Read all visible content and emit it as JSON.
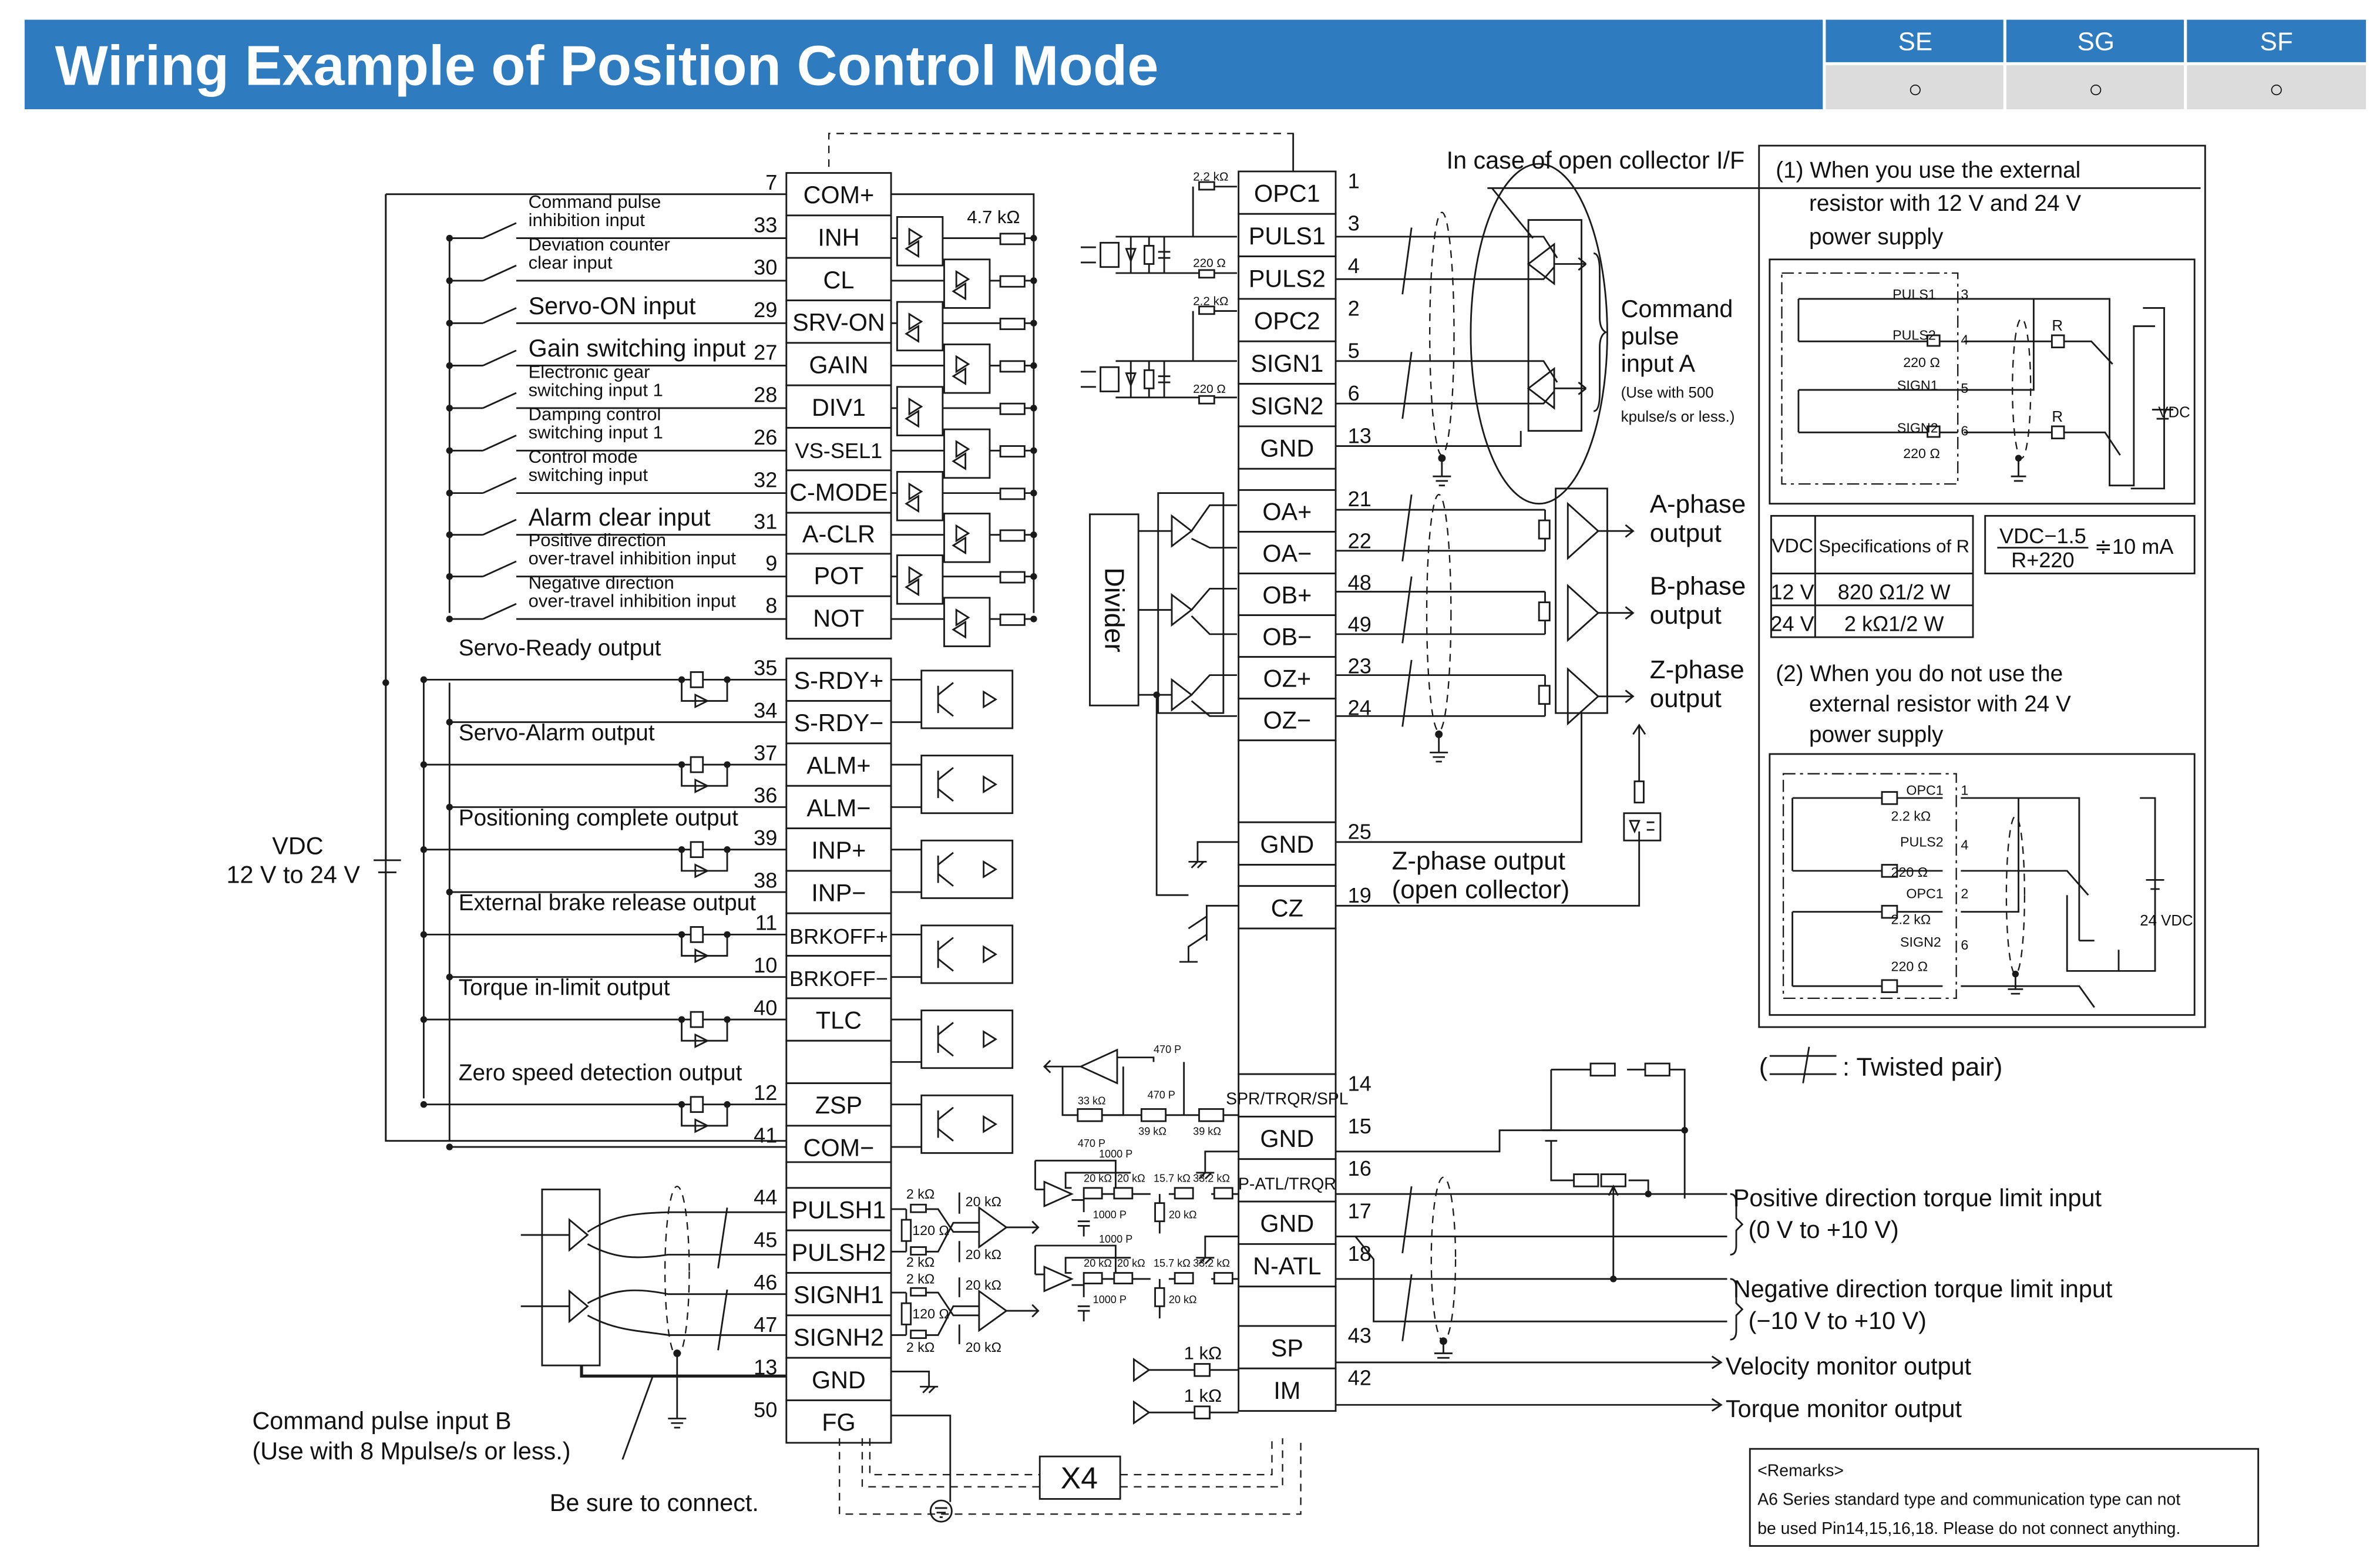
{
  "header": {
    "title": "Wiring Example of Position Control Mode",
    "series": [
      {
        "name": "SE",
        "mark": "○"
      },
      {
        "name": "SG",
        "mark": "○"
      },
      {
        "name": "SF",
        "mark": "○"
      }
    ],
    "accent_color": "#2f7bbf",
    "mark_row_color": "#dcdcdc"
  },
  "left_connector": {
    "pins": [
      {
        "pin": "7",
        "name": "COM+"
      },
      {
        "pin": "33",
        "name": "INH",
        "label": [
          "Command pulse",
          "inhibition input"
        ]
      },
      {
        "pin": "30",
        "name": "CL",
        "label": [
          "Deviation counter",
          "clear input"
        ]
      },
      {
        "pin": "29",
        "name": "SRV-ON",
        "label": [
          "Servo-ON input"
        ]
      },
      {
        "pin": "27",
        "name": "GAIN",
        "label": [
          "Gain switching input"
        ]
      },
      {
        "pin": "28",
        "name": "DIV1",
        "label": [
          "Electronic gear",
          "switching input 1"
        ]
      },
      {
        "pin": "26",
        "name": "VS-SEL1",
        "label": [
          "Damping control",
          "switching input 1"
        ]
      },
      {
        "pin": "32",
        "name": "C-MODE",
        "label": [
          "Control mode",
          "switching input"
        ]
      },
      {
        "pin": "31",
        "name": "A-CLR",
        "label": [
          "Alarm clear input"
        ]
      },
      {
        "pin": "9",
        "name": "POT",
        "label": [
          "Positive direction",
          "over-travel inhibition input"
        ]
      },
      {
        "pin": "8",
        "name": "NOT",
        "label": [
          "Negative direction",
          "over-travel inhibition input"
        ]
      }
    ],
    "input_resistor": "4.7 kΩ",
    "outputs": [
      {
        "label": "Servo-Ready output",
        "pins": [
          {
            "pin": "35",
            "name": "S-RDY+"
          },
          {
            "pin": "34",
            "name": "S-RDY−"
          }
        ]
      },
      {
        "label": "Servo-Alarm output",
        "pins": [
          {
            "pin": "37",
            "name": "ALM+"
          },
          {
            "pin": "36",
            "name": "ALM−"
          }
        ]
      },
      {
        "label": "Positioning complete output",
        "pins": [
          {
            "pin": "39",
            "name": "INP+"
          },
          {
            "pin": "38",
            "name": "INP−"
          }
        ]
      },
      {
        "label": "External brake release output",
        "pins": [
          {
            "pin": "11",
            "name": "BRKOFF+"
          },
          {
            "pin": "10",
            "name": "BRKOFF−"
          }
        ]
      },
      {
        "label": "Torque in-limit output",
        "pins": [
          {
            "pin": "40",
            "name": "TLC"
          }
        ]
      },
      {
        "label": "Zero speed detection output",
        "pins": [
          {
            "pin": "12",
            "name": "ZSP"
          },
          {
            "pin": "41",
            "name": "COM−"
          }
        ]
      }
    ],
    "vdc_label": "VDC",
    "vdc_range": "12 V to 24 V",
    "pulse_b": [
      {
        "pin": "44",
        "name": "PULSH1"
      },
      {
        "pin": "45",
        "name": "PULSH2"
      },
      {
        "pin": "46",
        "name": "SIGNH1"
      },
      {
        "pin": "47",
        "name": "SIGNH2"
      },
      {
        "pin": "13",
        "name": "GND"
      },
      {
        "pin": "50",
        "name": "FG"
      }
    ],
    "pulse_b_label": [
      "Command pulse input B",
      "(Use with 8 Mpulse/s or less.)"
    ],
    "be_sure": "Be sure to connect.",
    "pulse_b_parts": {
      "series_r": "2 kΩ",
      "term_r": "120 Ω",
      "bias_r": "20 kΩ"
    }
  },
  "right_connector": {
    "pulse_a": [
      {
        "pin": "1",
        "name": "OPC1"
      },
      {
        "pin": "3",
        "name": "PULS1"
      },
      {
        "pin": "4",
        "name": "PULS2"
      },
      {
        "pin": "2",
        "name": "OPC2"
      },
      {
        "pin": "5",
        "name": "SIGN1"
      },
      {
        "pin": "6",
        "name": "SIGN2"
      },
      {
        "pin": "13",
        "name": "GND"
      }
    ],
    "pulse_a_parts": {
      "opc_r": "2.2 kΩ",
      "series_r": "220 Ω"
    },
    "open_collector_note": "In case of open collector I/F",
    "pulse_a_label": [
      "Command",
      "pulse",
      "input A"
    ],
    "pulse_a_note": [
      "(Use with 500",
      "kpulse/s or less.)"
    ],
    "encoder": [
      {
        "pin": "21",
        "name": "OA+"
      },
      {
        "pin": "22",
        "name": "OA−"
      },
      {
        "pin": "48",
        "name": "OB+"
      },
      {
        "pin": "49",
        "name": "OB−"
      },
      {
        "pin": "23",
        "name": "OZ+"
      },
      {
        "pin": "24",
        "name": "OZ−"
      }
    ],
    "divider": "Divider",
    "phase_outputs": [
      [
        "A-phase",
        "output"
      ],
      [
        "B-phase",
        "output"
      ],
      [
        "Z-phase",
        "output"
      ]
    ],
    "gnd25": {
      "pin": "25",
      "name": "GND"
    },
    "cz": {
      "pin": "19",
      "name": "CZ"
    },
    "z_open_collector": [
      "Z-phase output",
      "(open collector)"
    ],
    "analog": [
      {
        "pin": "14",
        "name": "SPR/TRQR/SPL"
      },
      {
        "pin": "15",
        "name": "GND"
      },
      {
        "pin": "16",
        "name": "P-ATL/TRQR"
      },
      {
        "pin": "17",
        "name": "GND"
      },
      {
        "pin": "18",
        "name": "N-ATL"
      }
    ],
    "analog_parts": {
      "spr": [
        "470 P",
        "470 P",
        "33 kΩ",
        "470 P",
        "39 kΩ",
        "39 kΩ"
      ],
      "atl": [
        "1000 P",
        "20 kΩ",
        "20 kΩ",
        "15.7 kΩ",
        "33.2 kΩ",
        "1000 P",
        "20 kΩ"
      ]
    },
    "monitors": [
      {
        "pin": "43",
        "name": "SP",
        "r": "1 kΩ",
        "label": "Velocity monitor output"
      },
      {
        "pin": "42",
        "name": "IM",
        "r": "1 kΩ",
        "label": "Torque monitor output"
      }
    ],
    "torque_inputs": [
      [
        "Positive direction torque limit input",
        "(0 V to +10 V)"
      ],
      [
        "Negative direction torque limit input",
        "(−10 V to +10 V)"
      ]
    ],
    "x4": "X4"
  },
  "side_panel": {
    "case1_title": [
      "(1) When you use the external",
      "resistor with 12 V and 24 V",
      "power supply"
    ],
    "case1_labels": {
      "puls1": "PULS1",
      "puls2": "PULS2",
      "sign1": "SIGN1",
      "sign2": "SIGN2",
      "p3": "3",
      "p4": "4",
      "p5": "5",
      "p6": "6",
      "r220a": "220 Ω",
      "r220b": "220 Ω",
      "R": "R",
      "vdc": "VDC"
    },
    "spec_table": {
      "headers": [
        "VDC",
        "Specifications of R"
      ],
      "rows": [
        [
          "12 V",
          "820 Ω1/2 W"
        ],
        [
          "24 V",
          "2 kΩ1/2 W"
        ]
      ]
    },
    "formula": {
      "numerator": "VDC−1.5",
      "denominator": "R+220",
      "result": "≑10 mA"
    },
    "case2_title": [
      "(2) When you do not use the",
      "external resistor with 24 V",
      "power supply"
    ],
    "case2_labels": {
      "opc1a": "OPC1",
      "puls2": "PULS2",
      "opc1b": "OPC1",
      "sign2": "SIGN2",
      "p1": "1",
      "p4": "4",
      "p2": "2",
      "p6": "6",
      "r22a": "2.2 kΩ",
      "r220a": "220 Ω",
      "r22b": "2.2 kΩ",
      "r220b": "220 Ω",
      "vdc": "24 VDC"
    },
    "twisted_pair": ": Twisted pair)"
  },
  "remarks": {
    "title": "<Remarks>",
    "lines": [
      "A6 Series standard type and communication type can not",
      "be used Pin14,15,16,18. Please do not connect anything."
    ]
  }
}
